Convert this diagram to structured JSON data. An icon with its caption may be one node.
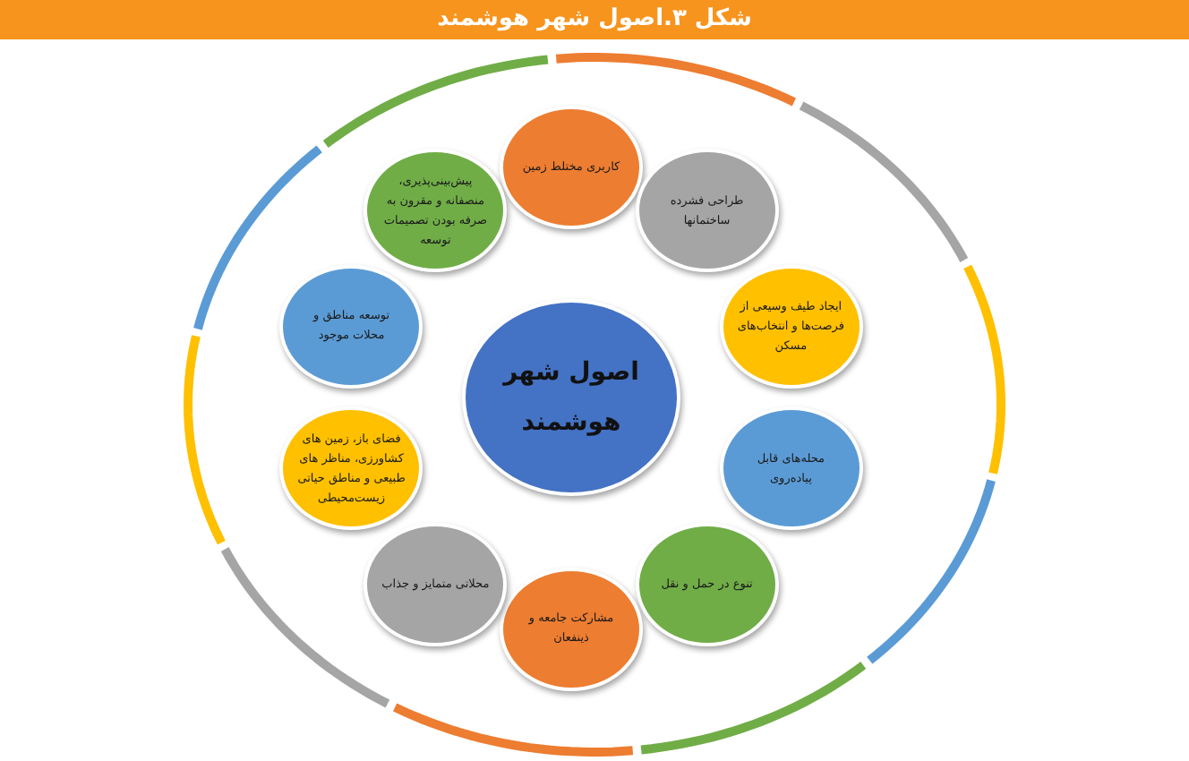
{
  "diagram": {
    "title": "شکل ۳.اصول شهر هوشمند",
    "nodes": [
      {
        "text": [
          "اصول شهر هوشمند"
        ]
      },
      {
        "text": [
          "کاربری مختلط زمین"
        ]
      },
      {
        "text": [
          "طراحی فشرده ساختمانها"
        ]
      },
      {
        "text": [
          "ایجاد طیف وسیعی از فرصت‌ها و انتخاب‌های مسکن"
        ]
      },
      {
        "text": [
          "محله‌های قابل پیاده‌روی"
        ]
      },
      {
        "text": [
          "تنوع در حمل و نقل"
        ]
      },
      {
        "text": [
          "مشارکت جامعه و ذینفعان"
        ]
      },
      {
        "text": [
          "محلاتی متمایز و جذاب"
        ]
      },
      {
        "text": [
          "فضای باز، زمین های کشاورزی، مناظر های طبیعی و مناطق حیاتی زیست‌محیطی"
        ]
      },
      {
        "text": [
          "توسعه مناطق و محلات موجود"
        ]
      },
      {
        "text": [
          "پیش‌بینی‌پذیری، منصفانه و مقرون به صرفه بودن تصمیمات توسعه"
        ]
      }
    ]
  }
}
